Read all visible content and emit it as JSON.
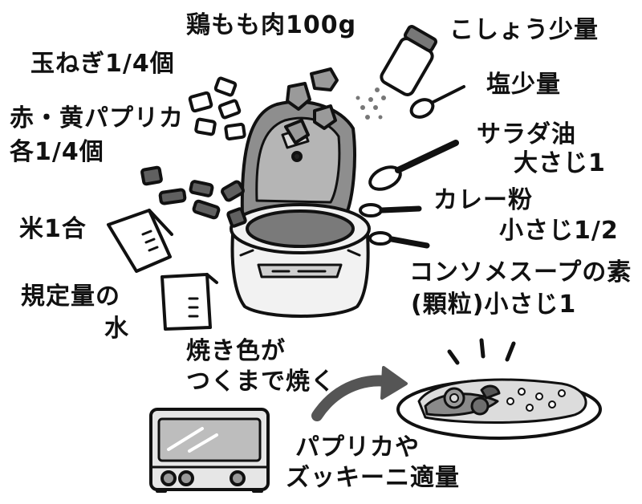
{
  "ingredients": {
    "chicken": "鶏もも肉100g",
    "pepper": "こしょう少量",
    "onion": "玉ねぎ1/4個",
    "salt": "塩少量",
    "paprika_line1": "赤・黄パプリカ",
    "paprika_line2": "各1/4個",
    "salad_oil_line1": "サラダ油",
    "salad_oil_line2": "大さじ1",
    "rice": "米1合",
    "curry_powder_line1": "カレー粉",
    "curry_powder_line2": "小さじ1/2",
    "consomme_line1": "コンソメスープの素",
    "consomme_line2": "(顆粒)小さじ1",
    "water_line1": "規定量の",
    "water_line2": "水"
  },
  "steps": {
    "bake_line1": "焼き色が",
    "bake_line2": "つくまで焼く",
    "topping_line1": "パプリカや",
    "topping_line2": "ズッキーニ適量"
  },
  "colors": {
    "ink": "#111111",
    "light_gray": "#d6d6d6",
    "mid_gray": "#8a8a8a",
    "dark_gray": "#555555"
  },
  "icons": [
    "rice-cooker-icon",
    "pepper-shaker-icon",
    "measuring-spoon-icon",
    "measuring-cup-icon",
    "toaster-oven-icon",
    "arrow-icon",
    "curry-rice-plate-icon"
  ]
}
